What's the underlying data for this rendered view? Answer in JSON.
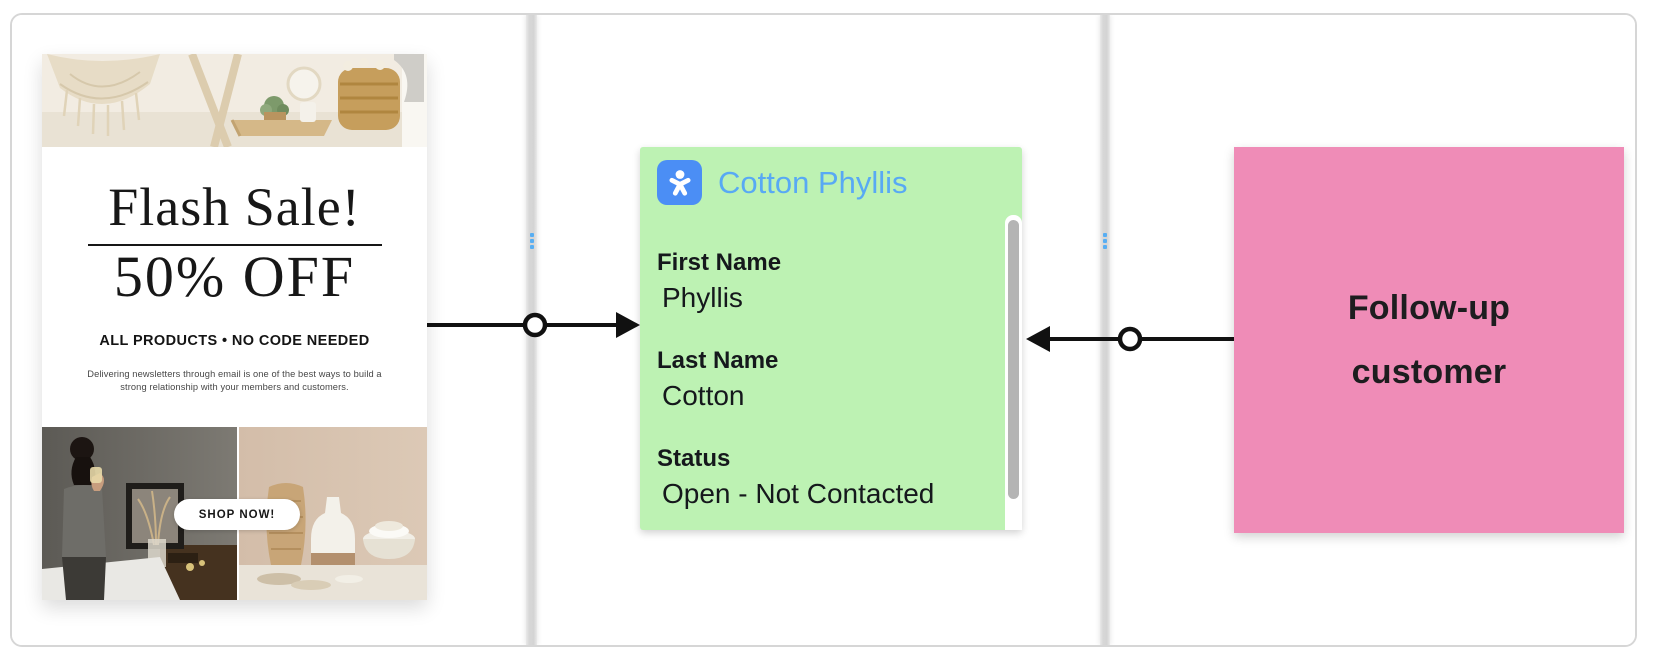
{
  "board": {
    "tool": "whiteboard-canvas",
    "connector_color": "#111111",
    "divider_handle_color": "#58aef2"
  },
  "flyer": {
    "headline": "Flash Sale!",
    "offer": "50% OFF",
    "tagline": "ALL PRODUCTS • NO CODE NEEDED",
    "description_line1": "Delivering newsletters through email is one of the best ways to build a",
    "description_line2": "strong relationship with your members and customers.",
    "cta_label": "SHOP NOW!",
    "hero_image": "boho-home-decor-photo",
    "photo_left": "woman-drinking-in-kitchen-photo",
    "photo_right": "ceramic-vases-and-bowls-photo"
  },
  "contact_card": {
    "title": "Cotton Phyllis",
    "icon": "contact-person-icon",
    "colors": {
      "background": "#bdf2b3",
      "title_text": "#58a9f4",
      "icon_background": "#4b8ef5",
      "scrollbar_thumb": "#b4b4b4"
    },
    "fields": [
      {
        "label": "First Name",
        "value": "Phyllis"
      },
      {
        "label": "Last Name",
        "value": "Cotton"
      },
      {
        "label": "Status",
        "value": "Open - Not Contacted"
      }
    ]
  },
  "sticky_note": {
    "line1": "Follow-up",
    "line2": "customer",
    "colors": {
      "background": "#ef8cb7",
      "text": "#1d1d1f"
    }
  }
}
